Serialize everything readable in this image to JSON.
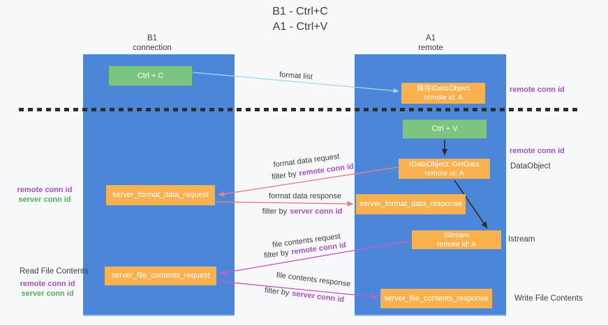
{
  "title": {
    "line1": "B1 - Ctrl+C",
    "line2": "A1 - Ctrl+V"
  },
  "lanes": {
    "b1": {
      "name": "B1",
      "role": "connection"
    },
    "a1": {
      "name": "A1",
      "role": "remote"
    }
  },
  "nodes": {
    "ctrl_c": {
      "label": "Ctrl + C"
    },
    "save_dataobject": {
      "line1": "保存IDataObject",
      "line2": "remote id: A"
    },
    "ctrl_v": {
      "label": "Ctrl + V"
    },
    "getdata": {
      "line1": "IDataObject::GetData",
      "line2": "remote id: A"
    },
    "format_request": {
      "label": "server_format_data_request"
    },
    "format_response": {
      "label": "server_format_data_response"
    },
    "istream": {
      "line1": "IStream",
      "line2": "remote id: A"
    },
    "file_request": {
      "label": "server_file_contents_request"
    },
    "file_response": {
      "label": "server_file_contents_response"
    }
  },
  "edges": {
    "format_list": {
      "label": "format list"
    },
    "format_data_request": {
      "label": "format data request",
      "filter_prefix": "filter by",
      "filter_key": "remote conn id"
    },
    "format_data_response": {
      "label": "format data response",
      "filter_prefix": "filter by",
      "filter_key": "server conn id"
    },
    "file_contents_request": {
      "label": "file contents request",
      "filter_prefix": "filter by",
      "filter_key": "remote conn id"
    },
    "file_contents_response": {
      "label": "file contents response",
      "filter_prefix": "filter by",
      "filter_key": "server conn id"
    }
  },
  "annotations": {
    "remote_conn_id_top": "remote conn id",
    "remote_conn_id_mid": "remote conn id",
    "dataobject": "DataObject",
    "istream": "Istream",
    "read_file_contents": "Read File Contents",
    "write_file_contents": "Write File Contents",
    "left_pair_1": {
      "remote": "remote conn id",
      "server": "server conn id"
    },
    "left_pair_2": {
      "remote": "remote conn id",
      "server": "server conn id"
    }
  },
  "colors": {
    "lane_blue": "#4c86d9",
    "box_green": "#7cc57f",
    "box_orange": "#f9b04e",
    "purple_text": "#a84fc6",
    "green_text": "#55ad57",
    "red_arrow": "#e97f85",
    "magenta_arrow": "#cb58c8",
    "blue_arrow": "#a9d4ef",
    "dash_color": "#2d2d2d",
    "text_dark": "#3d3d3d"
  }
}
